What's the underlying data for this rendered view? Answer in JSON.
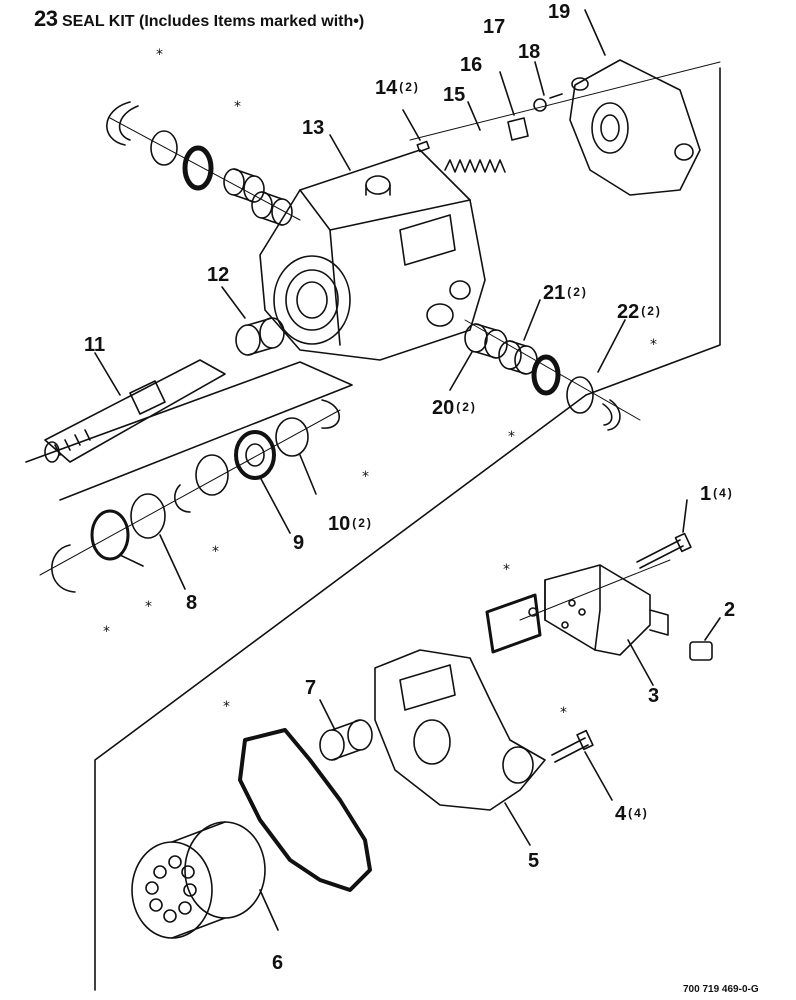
{
  "title": {
    "number": "23",
    "text": "SEAL KIT (Includes Items marked with•)"
  },
  "figure_code": "700 719 469-0-G",
  "star_glyph": "*",
  "callouts": [
    {
      "id": "19",
      "label": "19"
    },
    {
      "id": "18",
      "label": "18"
    },
    {
      "id": "17",
      "label": "17"
    },
    {
      "id": "16",
      "label": "16"
    },
    {
      "id": "14",
      "label": "14",
      "qty": "(2)"
    },
    {
      "id": "15",
      "label": "15"
    },
    {
      "id": "13",
      "label": "13"
    },
    {
      "id": "12",
      "label": "12"
    },
    {
      "id": "11",
      "label": "11"
    },
    {
      "id": "21",
      "label": "21",
      "qty": "(2)"
    },
    {
      "id": "22",
      "label": "22",
      "qty": "(2)"
    },
    {
      "id": "20",
      "label": "20",
      "qty": "(2)"
    },
    {
      "id": "10",
      "label": "10",
      "qty": "(2)"
    },
    {
      "id": "9",
      "label": "9"
    },
    {
      "id": "8",
      "label": "8"
    },
    {
      "id": "1",
      "label": "1",
      "qty": "(4)"
    },
    {
      "id": "2",
      "label": "2"
    },
    {
      "id": "3",
      "label": "3"
    },
    {
      "id": "7",
      "label": "7"
    },
    {
      "id": "4",
      "label": "4",
      "qty": "(4)"
    },
    {
      "id": "5",
      "label": "5"
    },
    {
      "id": "6",
      "label": "6"
    }
  ]
}
